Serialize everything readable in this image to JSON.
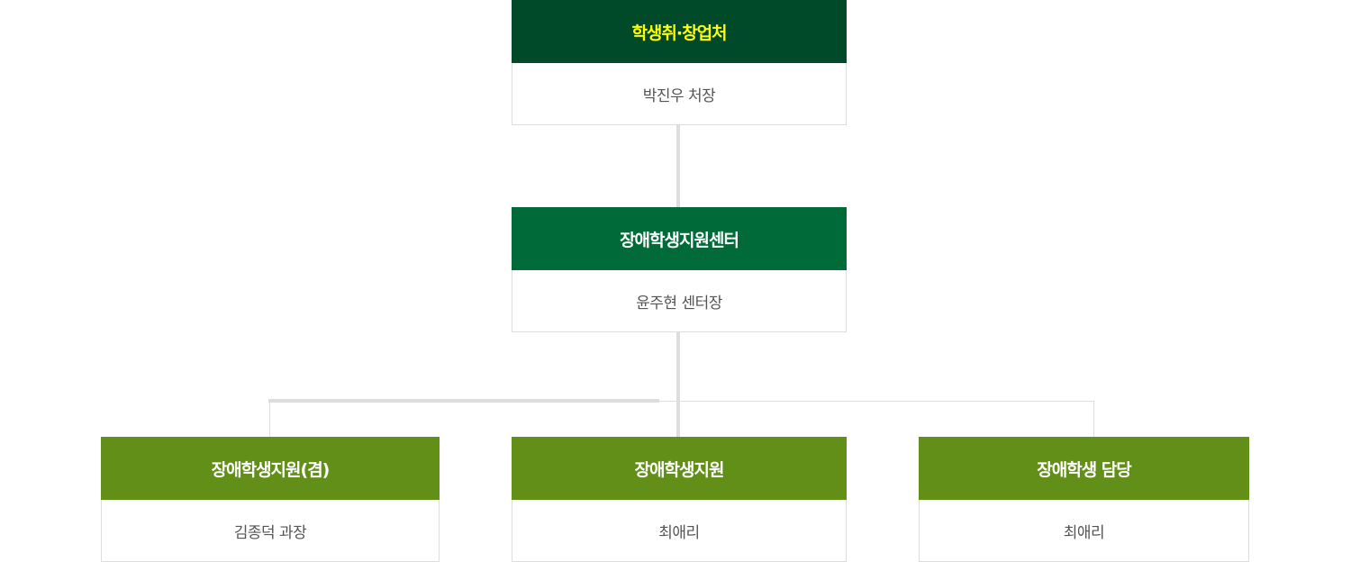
{
  "colors": {
    "top_head_bg": "#004a29",
    "top_head_text": "#ffff00",
    "center_head_bg": "#006b38",
    "team_head_bg": "#628f18",
    "white_text": "#ffffff",
    "body_text": "#555555",
    "line": "#dddddd"
  },
  "org_chart": {
    "top": {
      "title": "학생취·창업처",
      "person": "박진우 처장"
    },
    "center": {
      "title": "장애학생지원센터",
      "person": "윤주현 센터장"
    },
    "teams": [
      {
        "title": "장애학생지원(겸)",
        "person": "김종덕 과장"
      },
      {
        "title": "장애학생지원",
        "person": "최애리"
      },
      {
        "title": "장애학생 담당",
        "person": "최애리"
      }
    ]
  }
}
